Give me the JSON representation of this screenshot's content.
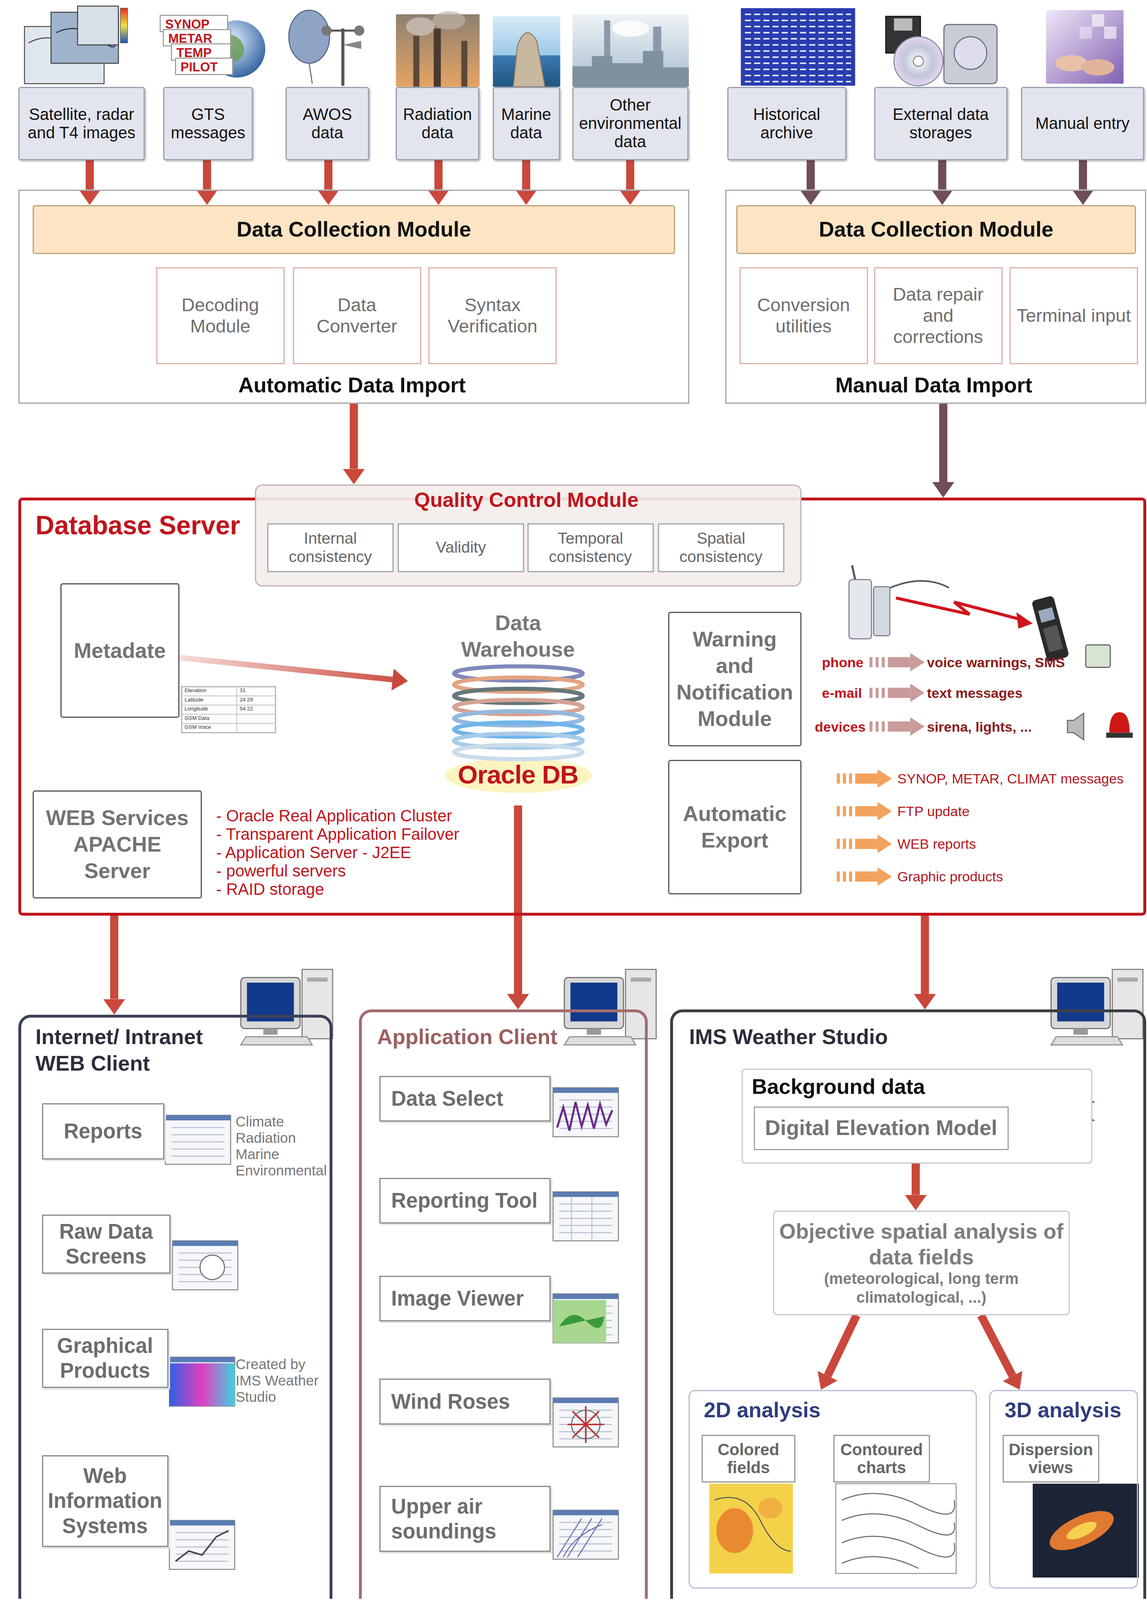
{
  "diagram": {
    "nodes": [
      {
        "text": [
          "Satellite, radar and T4 images"
        ]
      },
      {
        "text": [
          "GTS messages"
        ]
      },
      {
        "text": [
          "AWOS data"
        ]
      },
      {
        "text": [
          "Radiation data"
        ]
      },
      {
        "text": [
          "Marine data"
        ]
      },
      {
        "text": [
          "Other environmental data"
        ]
      },
      {
        "text": [
          "Historical archive"
        ]
      },
      {
        "text": [
          "External data storages"
        ]
      },
      {
        "text": [
          "Manual entry"
        ]
      },
      {
        "text": [
          "Automatic Data Import"
        ]
      },
      {
        "text": [
          "Data Collection Module"
        ],
        "in": 9
      },
      {
        "text": [
          "Decoding Module"
        ],
        "in": 9
      },
      {
        "text": [
          "Data Converter"
        ],
        "in": 9
      },
      {
        "text": [
          "Syntax Verification"
        ],
        "in": 9
      },
      {
        "text": [
          "Manual Data Import"
        ]
      },
      {
        "text": [
          "Data Collection Module"
        ],
        "in": 14
      },
      {
        "text": [
          "Conversion utilities"
        ],
        "in": 14
      },
      {
        "text": [
          "Data repair and corrections"
        ],
        "in": 14
      },
      {
        "text": [
          "Terminal input"
        ],
        "in": 14
      },
      {
        "text": [
          "Database Server"
        ]
      },
      {
        "text": [
          "Quality Control Module"
        ],
        "in": 19
      },
      {
        "text": [
          "Internal consistency"
        ],
        "in": 20
      },
      {
        "text": [
          "Validity"
        ],
        "in": 20
      },
      {
        "text": [
          "Temporal consistency"
        ],
        "in": 20
      },
      {
        "text": [
          "Spatial consistency"
        ],
        "in": 20
      },
      {
        "text": [
          "Metadate"
        ],
        "in": 19
      },
      {
        "text": [
          "Data Warehouse",
          "Oracle DB"
        ],
        "in": 19
      },
      {
        "text": [
          "Warning and Notification Module"
        ],
        "in": 19
      },
      {
        "text": [
          "WEB Services APACHE Server"
        ],
        "in": 19
      },
      {
        "text": [
          "Automatic Export"
        ],
        "in": 19
      },
      {
        "text": [
          "Internet/ Intranet WEB Client"
        ]
      },
      {
        "text": [
          "Reports"
        ],
        "in": 30
      },
      {
        "text": [
          "Raw Data Screens"
        ],
        "in": 30
      },
      {
        "text": [
          "Graphical Products"
        ],
        "in": 30
      },
      {
        "text": [
          "Web Information Systems"
        ],
        "in": 30
      },
      {
        "text": [
          "Application Client"
        ]
      },
      {
        "text": [
          "Data Select"
        ],
        "in": 35
      },
      {
        "text": [
          "Reporting Tool"
        ],
        "in": 35
      },
      {
        "text": [
          "Image Viewer"
        ],
        "in": 35
      },
      {
        "text": [
          "Wind Roses"
        ],
        "in": 35
      },
      {
        "text": [
          "Upper air soundings"
        ],
        "in": 35
      },
      {
        "text": [
          "IMS Weather Studio"
        ]
      },
      {
        "text": [
          "Background data"
        ],
        "in": 41
      },
      {
        "text": [
          "Digital Elevation Model"
        ],
        "in": 42
      },
      {
        "text": [
          "Objective spatial analysis of data fields",
          "(meteorological, long term climatological, ...)"
        ],
        "in": 41
      },
      {
        "text": [
          "2D analysis"
        ],
        "in": 41
      },
      {
        "text": [
          "Colored fields"
        ],
        "in": 45
      },
      {
        "text": [
          "Contoured charts"
        ],
        "in": 45
      },
      {
        "text": [
          "3D analysis"
        ],
        "in": 41
      },
      {
        "text": [
          "Dispersion views"
        ],
        "in": 48
      }
    ],
    "edges": [
      {
        "from": 0,
        "to": 10,
        "arrow": "to"
      },
      {
        "from": 1,
        "to": 10,
        "arrow": "to"
      },
      {
        "from": 2,
        "to": 10,
        "arrow": "to"
      },
      {
        "from": 3,
        "to": 10,
        "arrow": "to"
      },
      {
        "from": 4,
        "to": 10,
        "arrow": "to"
      },
      {
        "from": 5,
        "to": 10,
        "arrow": "to"
      },
      {
        "from": 6,
        "to": 15,
        "arrow": "to"
      },
      {
        "from": 7,
        "to": 15,
        "arrow": "to"
      },
      {
        "from": 8,
        "to": 15,
        "arrow": "to"
      },
      {
        "from": 9,
        "to": 20,
        "arrow": "to"
      },
      {
        "from": 14,
        "to": 19,
        "arrow": "to"
      },
      {
        "from": 25,
        "to": 26,
        "arrow": "to"
      },
      {
        "from": 19,
        "to": 30,
        "arrow": "to"
      },
      {
        "from": 26,
        "to": 35,
        "arrow": "to"
      },
      {
        "from": 19,
        "to": 41,
        "arrow": "to"
      },
      {
        "from": 42,
        "to": 44,
        "arrow": "to"
      },
      {
        "from": 44,
        "to": 45,
        "arrow": "to"
      },
      {
        "from": 44,
        "to": 48,
        "arrow": "to"
      }
    ],
    "labels": [
      "SYNOP",
      "METAR",
      "TEMP",
      "PILOT",
      "Elevation",
      "31",
      "Latitude",
      "24 29",
      "Longitude",
      "54 22",
      "GSM Data",
      "GSM Voice",
      "phone",
      "voice warnings, SMS",
      "e-mail",
      "text messages",
      "devices",
      "sirena, lights, ...",
      "SYNOP, METAR, CLIMAT messages",
      "FTP update",
      "WEB reports",
      "Graphic products",
      "- Oracle Real Application Cluster",
      "- Transparent Application Failover",
      "- Application Server - J2EE",
      "- powerful servers",
      "- RAID storage",
      "Climate Radiation Marine Environmental",
      "Created by IMS Weather Studio"
    ]
  }
}
